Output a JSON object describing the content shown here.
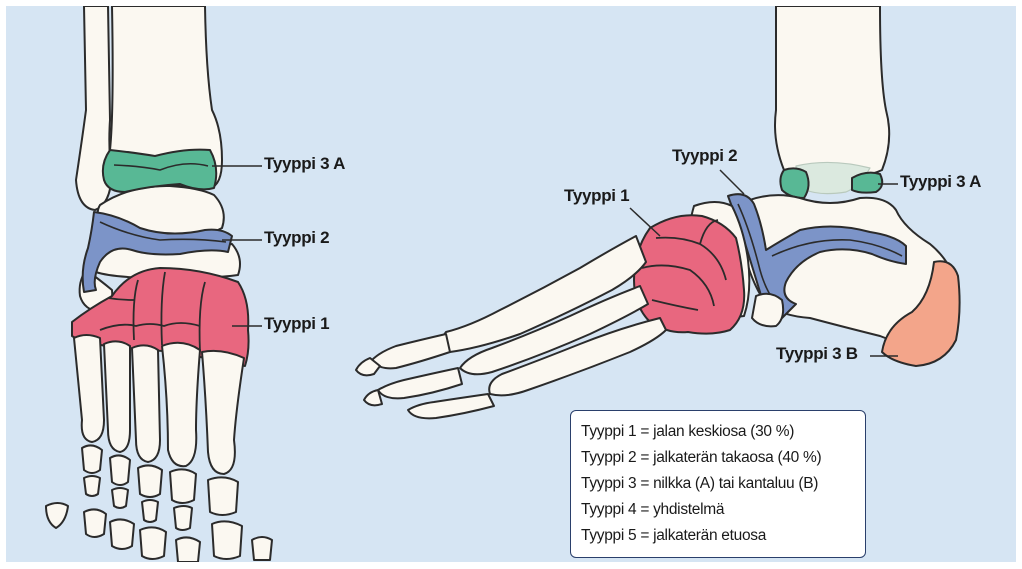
{
  "colors": {
    "background": "#d6e5f3",
    "bone_fill": "#fbf8f1",
    "bone_outline": "#2b2b2b",
    "type1": "#e8677f",
    "type2": "#7c94c8",
    "type3a": "#58b895",
    "type3b": "#f3a58a"
  },
  "front_view": {
    "label_type3a": "Tyyppi 3 A",
    "label_type2": "Tyyppi 2",
    "label_type1": "Tyyppi 1"
  },
  "side_view": {
    "label_type2": "Tyyppi 2",
    "label_type1": "Tyyppi 1",
    "label_type3a": "Tyyppi 3 A",
    "label_type3b": "Tyyppi 3 B"
  },
  "legend": {
    "items": [
      "Tyyppi 1 = jalan keskiosa (30 %)",
      "Tyyppi 2 = jalkaterän takaosa (40 %)",
      "Tyyppi 3 = nilkka (A) tai kantaluu (B)",
      "Tyyppi 4 = yhdistelmä",
      "Tyyppi 5 = jalkaterän etuosa"
    ]
  }
}
